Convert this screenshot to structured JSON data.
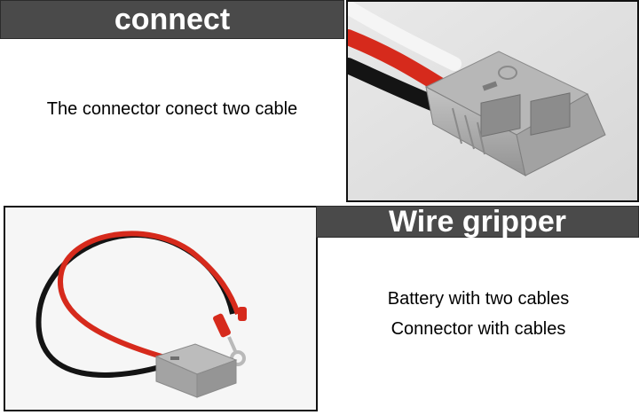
{
  "sections": {
    "connect": {
      "heading": "connect",
      "description": "The connector conect two cable"
    },
    "wire_gripper": {
      "heading": "Wire gripper",
      "line1": "Battery with two cables",
      "line2": "Connector with cables"
    }
  },
  "colors": {
    "banner_bg": "#4a4a4a",
    "connector_gray": "#a9a9a9",
    "cable_red": "#d62a1c",
    "cable_black": "#141414"
  }
}
